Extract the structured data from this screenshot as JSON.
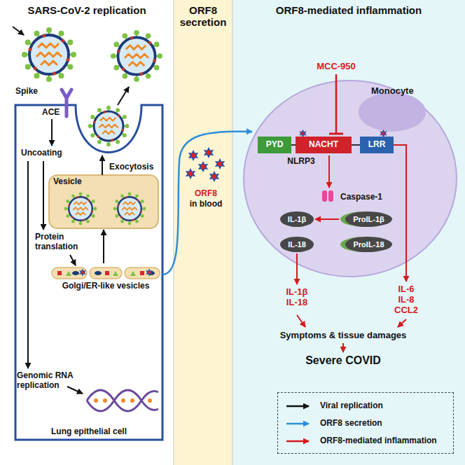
{
  "diagram": {
    "nodes": [
      {
        "text": [
          "SARS-CoV-2 replication"
        ]
      },
      {
        "text": [
          "Lung epithelial cell"
        ],
        "in": 0
      },
      {
        "text": [
          "Vesicle"
        ],
        "in": 1
      },
      {
        "text": [
          "Golgi/ER-like vesicles"
        ],
        "in": 1
      },
      {
        "text": [
          "ORF8 secretion"
        ]
      },
      {
        "text": [
          "ORF8-mediated inflammation"
        ]
      },
      {
        "text": [
          "Monocyte"
        ],
        "in": 5
      },
      {
        "text": [
          "PYD"
        ],
        "in": 6
      },
      {
        "text": [
          "NACHT"
        ],
        "in": 6
      },
      {
        "text": [
          "LRR"
        ],
        "in": 6
      },
      {
        "text": [
          "IL-1β"
        ],
        "in": 6
      },
      {
        "text": [
          "ProIL-1β"
        ],
        "in": 6
      },
      {
        "text": [
          "IL-18"
        ],
        "in": 6
      },
      {
        "text": [
          "ProIL-18"
        ],
        "in": 6
      }
    ],
    "edges": [
      {
        "from": 3,
        "to": 2,
        "arrow": "to"
      },
      {
        "from": 11,
        "to": 10,
        "arrow": "to"
      }
    ],
    "labels": [
      "Spike",
      "ACE",
      "Uncoating",
      "Exocytosis",
      "Protein translation",
      "Genomic RNA replication",
      "ORF8",
      "in blood",
      "MCC-950",
      "NLRP3",
      "Caspase-1",
      "IL-1β IL-18",
      "IL-6 IL-8 CCL2",
      "Symptoms & tissue damages",
      "Severe COVID"
    ],
    "legend": [
      {
        "text": "Viral replication"
      },
      {
        "text": "ORF8 secretion"
      },
      {
        "text": "ORF8-mediated inflammation"
      }
    ]
  }
}
